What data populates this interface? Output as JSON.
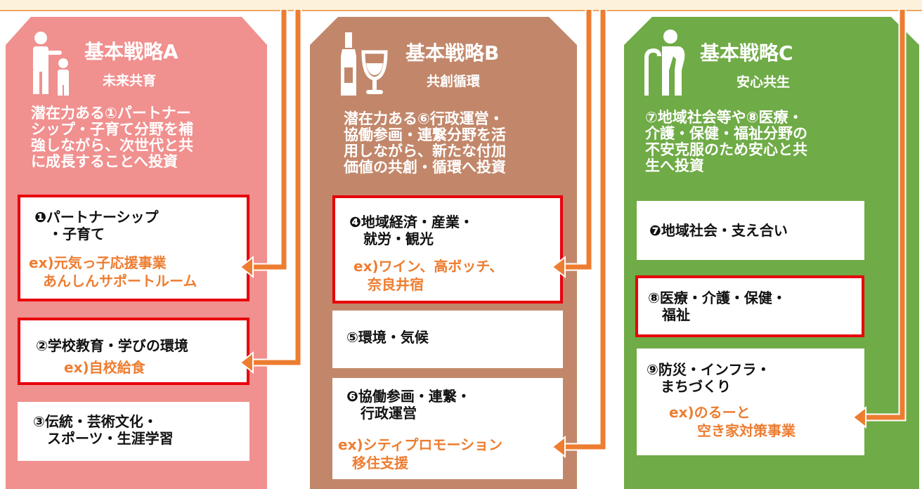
{
  "colors": {
    "strategy_a_bg": "#f0908f",
    "strategy_b_bg": "#c2876a",
    "strategy_c_bg": "#6fab46",
    "highlight_border": "#e8000b",
    "example_text": "#ed7d31",
    "connector_arrow": "#ed7d31"
  },
  "strategies": [
    {
      "title": "基本戦略A",
      "subtitle": "未来共育",
      "icon": "parent-child-icon",
      "description": "潜在力ある①パートナー\nシップ・子育て分野を補\n強しながら、次世代と共\nに成長することへ投資",
      "items": [
        {
          "title": "❶パートナーシップ\n　・子育て",
          "example": "ex)元気っ子応援事業\n　あんしんサポートルーム",
          "highlighted": true
        },
        {
          "title": "②学校教育・学びの環境",
          "example": "ex)自校給食",
          "highlighted": true
        },
        {
          "title": "③伝統・芸術文化・\n　スポーツ・生涯学習",
          "example": "",
          "highlighted": false
        }
      ]
    },
    {
      "title": "基本戦略B",
      "subtitle": "共創循環",
      "icon": "wine-bottle-glass-icon",
      "description": "潜在力ある⑥行政運営・\n協働参画・連繋分野を活\n用しながら、新たな付加\n価値の共創・循環へ投資",
      "items": [
        {
          "title": "❹地域経済・産業・\n　就労・観光",
          "example": "ex)ワイン、高ボッチ、\n　奈良井宿",
          "highlighted": true
        },
        {
          "title": "⑤環境・気候",
          "example": "",
          "highlighted": false
        },
        {
          "title": "❻協働参画・連繋・\n　行政運営",
          "example": "ex)シティプロモーション\n　移住支援",
          "highlighted": false
        }
      ]
    },
    {
      "title": "基本戦略C",
      "subtitle": "安心共生",
      "icon": "elderly-cane-icon",
      "description": "⑦地域社会等や⑧医療・\n介護・保健・福祉分野の\n不安克服のため安心と共\n生へ投資",
      "items": [
        {
          "title": "❼地域社会・支え合い",
          "example": "",
          "highlighted": false
        },
        {
          "title": "⑧医療・介護・保健・\n　福祉",
          "example": "",
          "highlighted": true
        },
        {
          "title": "⑨防災・インフラ・\n　まちづくり",
          "example": "ex)のるーと\n　　空き家対策事業",
          "highlighted": false
        }
      ]
    }
  ]
}
